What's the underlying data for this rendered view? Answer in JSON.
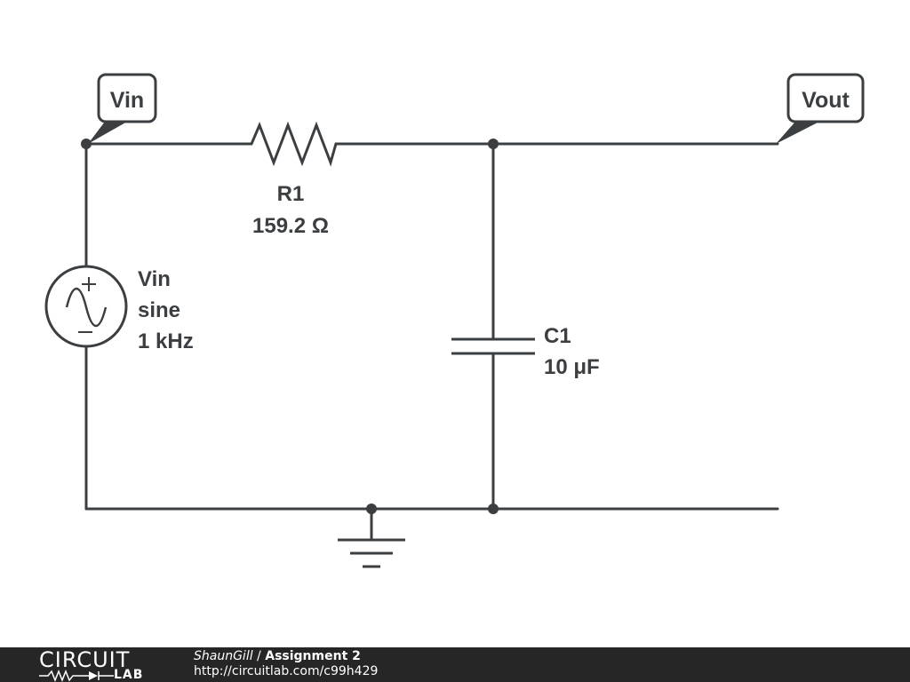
{
  "schematic": {
    "vin_flag": "Vin",
    "vout_flag": "Vout",
    "resistor": {
      "name": "R1",
      "value": "159.2 Ω"
    },
    "capacitor": {
      "name": "C1",
      "value": "10 μF"
    },
    "source": {
      "name": "Vin",
      "type": "sine",
      "frequency": "1 kHz"
    }
  },
  "footer": {
    "brand_top": "CIRCUIT",
    "brand_bottom": "LAB",
    "author": "ShaunGill",
    "separator": " / ",
    "title": "Assignment 2",
    "url": "http://circuitlab.com/c99h429"
  },
  "colors": {
    "wire": "#3b3f42",
    "footer_bg": "#262626"
  }
}
